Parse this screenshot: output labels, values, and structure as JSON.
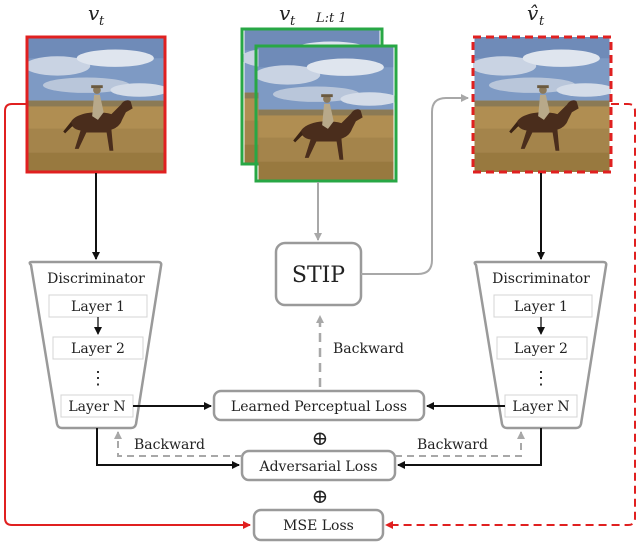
{
  "top_labels": {
    "left": "v",
    "left_sub": "t",
    "middle": "v",
    "middle_sub": "t",
    "middle_sub2": "L:t  1",
    "right": "v̂",
    "right_sub": "t"
  },
  "nodes": {
    "stip": "STIP",
    "disc_left_title": "Discriminator",
    "disc_right_title": "Discriminator",
    "layers_left": [
      "Layer 1",
      "Layer 2",
      "⋮",
      "Layer N"
    ],
    "layers_right": [
      "Layer 1",
      "Layer 2",
      "⋮",
      "Layer N"
    ],
    "perceptual_loss": "Learned Perceptual Loss",
    "adversarial_loss": "Adversarial Loss",
    "mse_loss": "MSE Loss",
    "oplus_1": "⊕",
    "oplus_2": "⊕"
  },
  "edge_labels": {
    "backward_top": "Backward",
    "backward_left": "Backward",
    "backward_right": "Backward"
  },
  "colors": {
    "red": "#e02020",
    "green": "#28a745",
    "gray": "#a8a8a8",
    "black": "#111111",
    "box_border": "#9a9a9a"
  }
}
